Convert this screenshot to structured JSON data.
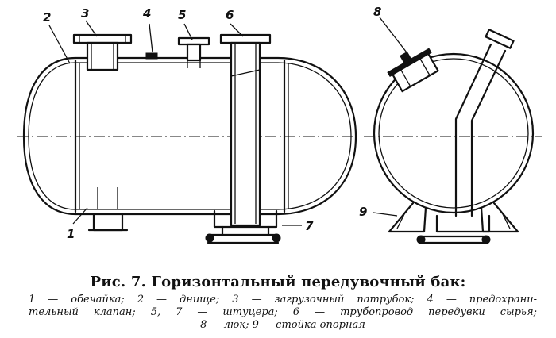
{
  "labels": [
    "2",
    "3",
    "4",
    "5",
    "6",
    "7",
    "1",
    "8",
    "9"
  ],
  "caption": {
    "title": "Рис. 7. Горизонтальный передувочный бак:",
    "line1": "1 — обечайка; 2 — днище; 3 — загрузочный патрубок; 4 — предохрани-",
    "line2": "тельный клапан; 5, 7 — штуцера; 6 — трубопровод передувки сырья;",
    "line3": "8 — люк; 9 — стойка опорная"
  }
}
